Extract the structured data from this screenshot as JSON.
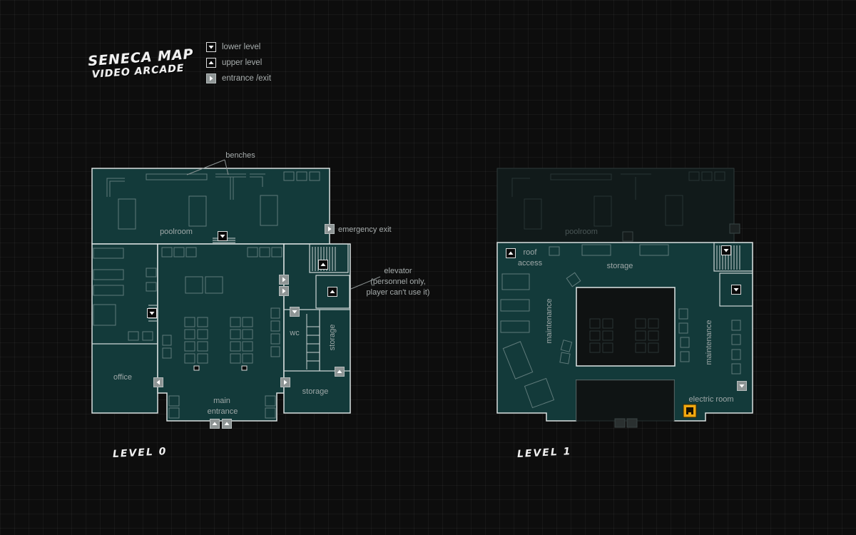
{
  "title": {
    "line1": "SENECA MAP",
    "line2": "VIDEO ARCADE"
  },
  "legend": [
    {
      "icon": "lower-level-icon",
      "label": "lower level"
    },
    {
      "icon": "upper-level-icon",
      "label": "upper level"
    },
    {
      "icon": "entrance-exit-icon",
      "label": "entrance /exit"
    }
  ],
  "levels": [
    {
      "name": "LEVEL 0",
      "rooms": {
        "poolroom": "poolroom",
        "office": "office",
        "main_entrance_1": "main",
        "main_entrance_2": "entrance",
        "wc": "wc",
        "storage_vertical": "storage",
        "storage_bottom": "storage"
      },
      "annotations": {
        "benches": "benches",
        "emergency_exit": "emergency exit",
        "elevator_1": "elevator",
        "elevator_2": "(personnel only,",
        "elevator_3": "player can't use it)"
      }
    },
    {
      "name": "LEVEL 1",
      "rooms": {
        "poolroom_ghost": "poolroom",
        "roof_access_1": "roof",
        "roof_access_2": "access",
        "storage": "storage",
        "maintenance_left": "maintenance",
        "maintenance_right": "maintenance",
        "electric_room": "electric room"
      }
    }
  ],
  "colors": {
    "background": "#0d0d0d",
    "floor": "#133a3a",
    "wall": "#d9e0e0",
    "marker_yellow": "#f0a810"
  }
}
